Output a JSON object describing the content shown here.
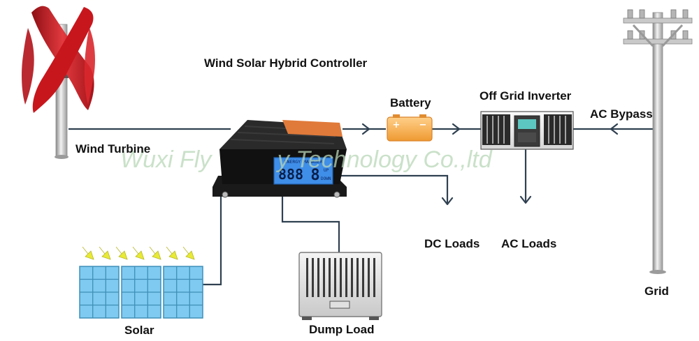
{
  "title": "Wind Solar Hybrid Controller",
  "watermark": "Wuxi Fly          y Technology Co.,ltd",
  "components": {
    "wind_turbine": "Wind Turbine",
    "battery": "Battery",
    "inverter": "Off Grid Inverter",
    "ac_bypass": "AC Bypass",
    "dc_loads": "DC Loads",
    "ac_loads": "AC Loads",
    "grid": "Grid",
    "solar": "Solar",
    "dump_load": "Dump Load"
  },
  "controller_display": {
    "header": "ENERGY MANAGER",
    "digits": "888",
    "mode_digit": "8",
    "unit_up": "UP",
    "unit_down": "DOWN"
  },
  "colors": {
    "turbine_blade": "#d01e24",
    "controller_body": "#1b1b1b",
    "controller_label": "#e07a3a",
    "display": "#3f8ee8",
    "battery": "#f0a240",
    "solar_cell": "#6fc2ea",
    "wire": "#2f4050"
  }
}
